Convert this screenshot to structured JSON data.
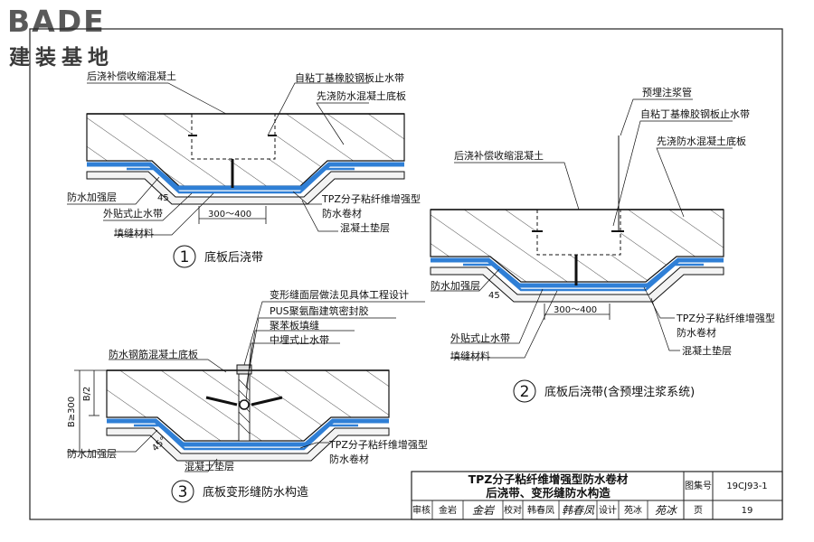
{
  "logo": {
    "brand": "BADE",
    "subtitle": "建装基地"
  },
  "detail1": {
    "number": "1",
    "caption": "底板后浇带",
    "labels": {
      "backfill": "后浇补偿收缩混凝土",
      "rubber_plate": "自粘丁基橡胶钢板止水带",
      "precast_slab": "先浇防水混凝土底板",
      "reinforce": "防水加强层",
      "ext_stop": "外贴式止水带",
      "filler": "填缝材料",
      "tpz": "TPZ分子粘纤维增强型",
      "membrane": "防水卷材",
      "cushion": "混凝土垫层",
      "angle": "45",
      "width": "300～400"
    }
  },
  "detail2": {
    "number": "2",
    "caption": "底板后浇带(含预埋注浆系统)",
    "labels": {
      "grout_pipe": "预埋注浆管",
      "rubber_plate": "自粘丁基橡胶钢板止水带",
      "precast_slab": "先浇防水混凝土底板",
      "backfill": "后浇补偿收缩混凝土",
      "reinforce": "防水加强层",
      "angle": "45",
      "width": "300～400",
      "ext_stop": "外贴式止水带",
      "filler": "填缝材料",
      "tpz": "TPZ分子粘纤维增强型",
      "membrane": "防水卷材",
      "cushion": "混凝土垫层"
    }
  },
  "detail3": {
    "number": "3",
    "caption": "底板变形缝防水构造",
    "labels": {
      "surface_layer": "变形缝面层做法见具体工程设计",
      "pus": "PUS聚氨酯建筑密封胶",
      "foam": "聚苯板填缝",
      "mid_stop": "中埋式止水带",
      "rc_slab": "防水钢筋混凝土底板",
      "b2": "B/2",
      "b300": "B≥300",
      "reinforce": "防水加强层",
      "angle": "45°",
      "tpz": "TPZ分子粘纤维增强型",
      "membrane": "防水卷材",
      "cushion": "混凝土垫层"
    }
  },
  "title_block": {
    "title_line1": "TPZ分子粘纤维增强型防水卷材",
    "title_line2": "后浇带、变形缝防水构造",
    "atlas_label": "图集号",
    "atlas_no": "19CJ93-1",
    "review_label": "审核",
    "reviewer": "金岩",
    "reviewer_sig": "金岩",
    "check_label": "校对",
    "checker": "韩春凤",
    "checker_sig": "韩春凤",
    "design_label": "设计",
    "designer": "苑冰",
    "designer_sig": "苑冰",
    "page_label": "页",
    "page_no": "19"
  },
  "colors": {
    "membrane_blue": "#2f7fd6",
    "line": "#111111",
    "border": "#222222"
  }
}
